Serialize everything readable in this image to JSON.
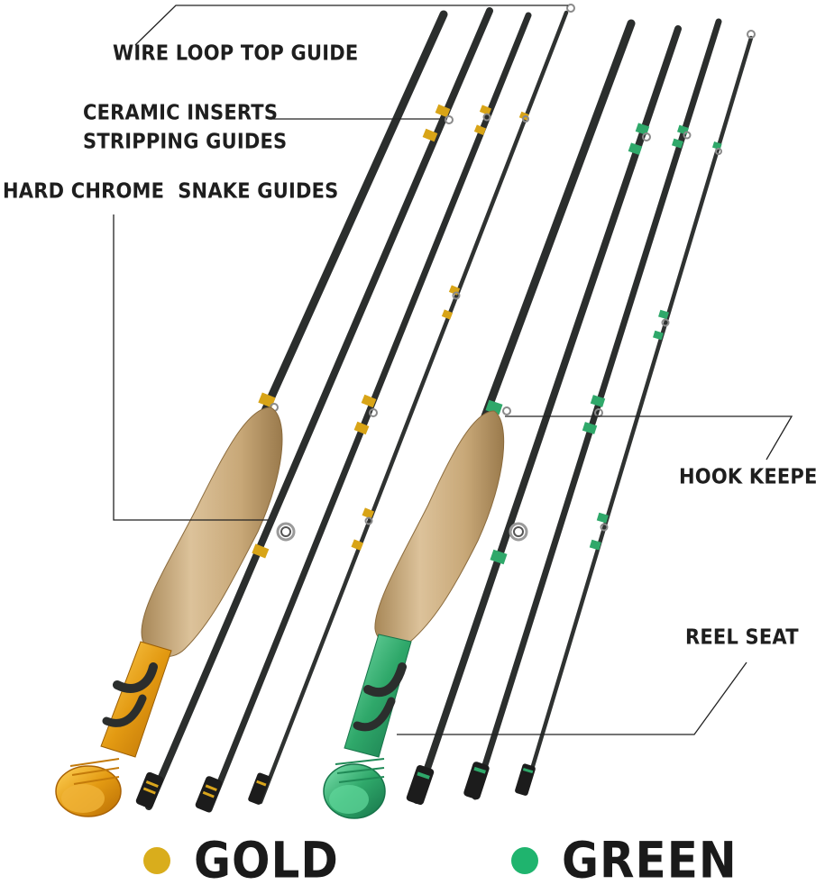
{
  "labels": {
    "wire_loop": "WIRE LOOP TOP GUIDE",
    "ceramic_line1": "CERAMIC INSERTS",
    "ceramic_line2": "STRIPPING GUIDES",
    "snake": "HARD CHROME  SNAKE GUIDES",
    "hook_keeper": "HOOK KEEPER",
    "reel_seat": "REEL SEAT"
  },
  "legend": {
    "gold": {
      "label": "GOLD",
      "color": "#d9ad1c"
    },
    "green": {
      "label": "GREEN",
      "color": "#1fb46e"
    }
  },
  "colors": {
    "blank": "#2a2d2c",
    "cork": "#c9ab80",
    "gold_metal": "#e0a21a",
    "green_metal": "#2fa86a",
    "leader_line": "#222222"
  },
  "icons": [
    "fly-rod-set-gold-illustration",
    "fly-rod-set-green-illustration"
  ]
}
